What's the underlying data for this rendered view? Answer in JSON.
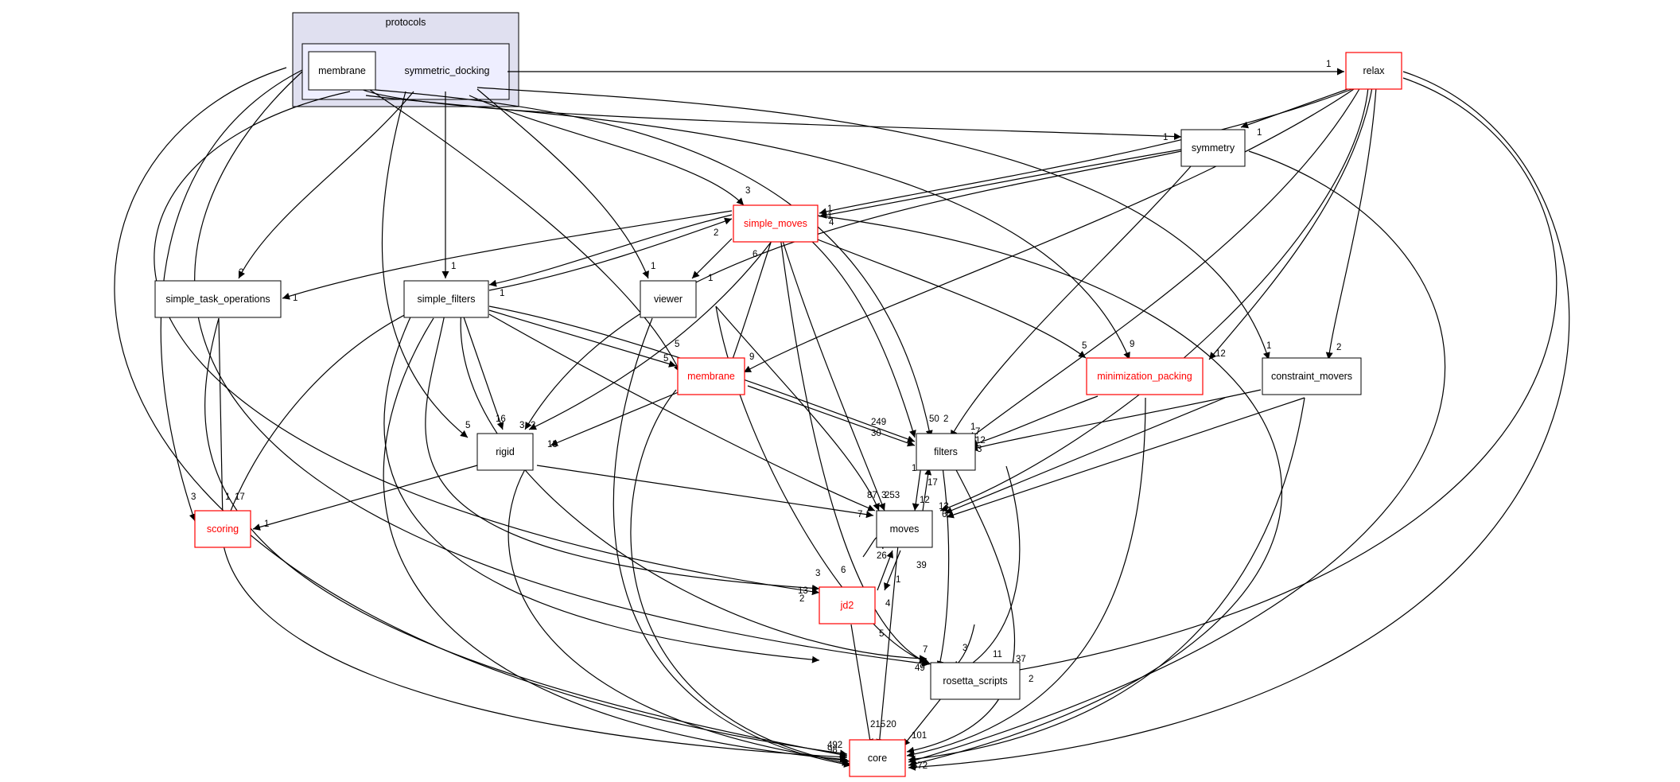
{
  "clusters": {
    "protocols": "protocols",
    "symmetric_docking_group": ""
  },
  "nodes": {
    "membrane_inner": "membrane",
    "symmetric_docking": "symmetric_docking",
    "relax": "relax",
    "symmetry": "symmetry",
    "simple_moves": "simple_moves",
    "simple_task_operations": "simple_task_operations",
    "simple_filters": "simple_filters",
    "viewer": "viewer",
    "membrane": "membrane",
    "minimization_packing": "minimization_packing",
    "constraint_movers": "constraint_movers",
    "rigid": "rigid",
    "filters": "filters",
    "scoring": "scoring",
    "moves": "moves",
    "jd2": "jd2",
    "rosetta_scripts": "rosetta_scripts",
    "core": "core"
  },
  "node_style": {
    "red_border": "#ff0000",
    "black_border": "#000000",
    "outer_cluster_fill": "#e0e0f0",
    "inner_cluster_fill": "#eeeeff"
  },
  "edge_labels": {
    "sd_relax": "1",
    "sd_symmetry": "1",
    "relax_symmetry": "1",
    "sd_simple_moves": "3",
    "relax_simple_moves": "4",
    "symmetry_simple_moves": "1",
    "simple_moves_self": "1",
    "sd_simple_task_operations": "2",
    "simple_moves_simple_task_operations": "1",
    "sd_simple_filters": "1",
    "simple_moves_simple_filters": "2",
    "simple_filters_simple_moves": "1",
    "sd_viewer": "1",
    "simple_moves_viewer": "1",
    "simple_moves_membrane": "6",
    "relax_membrane": "9",
    "simple_filters_membrane": "5",
    "membrane_inner_membrane": "5",
    "simple_moves_minimization_packing": "5",
    "sd_minimization_packing": "9",
    "relax_minimization_packing": "12",
    "sd_constraint_movers": "1",
    "relax_constraint_movers": "2",
    "simple_filters_rigid": "16",
    "sd_rigid": "5",
    "symmetry_rigid": "3",
    "simple_moves_rigid": "2",
    "membrane_rigid": "13",
    "simple_filters_filters": "249",
    "membrane_filters": "30",
    "simple_moves_filters": "50",
    "sd_filters": "2",
    "symmetry_filters": "1",
    "relax_filters": "7",
    "minimization_packing_filters": "12",
    "constraint_movers_filters": "3",
    "moves_filters": "1",
    "sd_scoring": "3",
    "simple_task_operations_scoring": "1",
    "simple_filters_scoring": "17",
    "rigid_scoring": "1",
    "simple_filters_moves": "87",
    "membrane_moves": "253",
    "simple_moves_moves": "3",
    "rigid_moves": "7",
    "jd2_moves": "26",
    "filters_moves": "17",
    "relax_moves": "13",
    "minimization_packing_moves": "12",
    "constraint_movers_moves": "6",
    "moves_jd2": "1",
    "simple_filters_jd2": "13",
    "sd_jd2": "2",
    "membrane_jd2": "3",
    "simple_moves_jd2": "6",
    "relax_jd2": "4",
    "rosetta_scripts_jd2": "5",
    "jd2_rosetta_scripts": "7",
    "moves_rosetta_scripts": "39",
    "filters_rosetta_scripts": "3",
    "membrane_rosetta_scripts": "49",
    "minimization_packing_rosetta_scripts": "11",
    "simple_moves_rosetta_scripts": "37",
    "relax_rosetta_scripts": "2",
    "jd2_core": "215",
    "moves_core": "20",
    "rosetta_scripts_core": "101",
    "scoring_core": "98",
    "membrane_core": "372",
    "simple_moves_core": "492"
  }
}
